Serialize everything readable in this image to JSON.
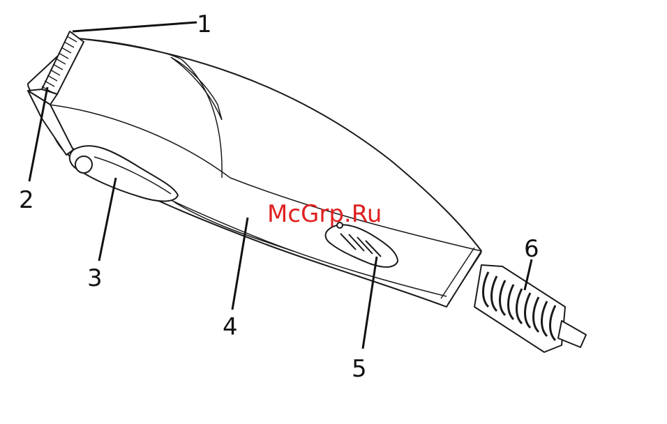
{
  "watermark": {
    "text": "McGrp.Ru",
    "color": "#e02020"
  },
  "labels": [
    {
      "id": "1",
      "text": "1"
    },
    {
      "id": "2",
      "text": "2"
    },
    {
      "id": "3",
      "text": "3"
    },
    {
      "id": "4",
      "text": "4"
    },
    {
      "id": "5",
      "text": "5"
    },
    {
      "id": "6",
      "text": "6"
    }
  ],
  "colors": {
    "line": "#1a1a1a",
    "background": "#ffffff"
  }
}
